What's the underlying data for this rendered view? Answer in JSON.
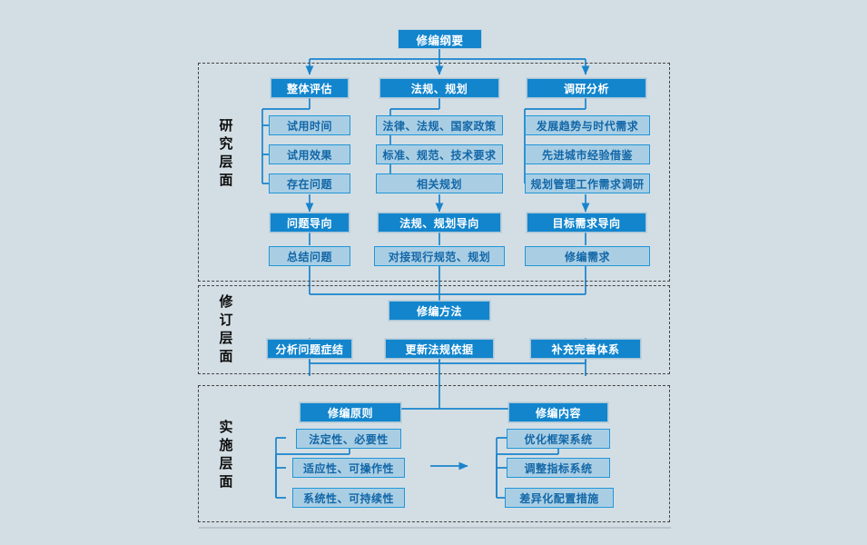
{
  "diagram": {
    "title_node": {
      "label": "修编纲要"
    },
    "colors": {
      "background": "#d3dee4",
      "dark_node_fill": "#1285cd",
      "light_node_fill": "#a9cee4",
      "light_node_border": "#2196d8",
      "connector": "#1a84cc",
      "section_border": "#444444"
    },
    "sections": [
      {
        "id": "research",
        "label": "研究层面",
        "label_chars": [
          "研",
          "究",
          "层",
          "面"
        ],
        "columns": [
          {
            "header": "整体评估",
            "items": [
              "试用时间",
              "试用效果",
              "存在问题"
            ],
            "orientation": "问题导向",
            "outcome": "总结问题"
          },
          {
            "header": "法规、规划",
            "items": [
              "法律、法规、国家政策",
              "标准、规范、技术要求",
              "相关规划"
            ],
            "orientation": "法规、规划导向",
            "outcome": "对接现行规范、规划"
          },
          {
            "header": "调研分析",
            "items": [
              "发展趋势与时代需求",
              "先进城市经验借鉴",
              "规划管理工作需求调研"
            ],
            "orientation": "目标需求导向",
            "outcome": "修编需求"
          }
        ]
      },
      {
        "id": "revision",
        "label": "修订层面",
        "label_chars": [
          "修",
          "订",
          "层",
          "面"
        ],
        "header": "修编方法",
        "methods": [
          "分析问题症结",
          "更新法规依据",
          "补充完善体系"
        ]
      },
      {
        "id": "implementation",
        "label": "实施层面",
        "label_chars": [
          "实",
          "施",
          "层",
          "面"
        ],
        "groups": [
          {
            "header": "修编原则",
            "items": [
              "法定性、必要性",
              "适应性、可操作性",
              "系统性、可持续性"
            ]
          },
          {
            "header": "修编内容",
            "items": [
              "优化框架系统",
              "调整指标系统",
              "差异化配置措施"
            ]
          }
        ]
      }
    ]
  }
}
